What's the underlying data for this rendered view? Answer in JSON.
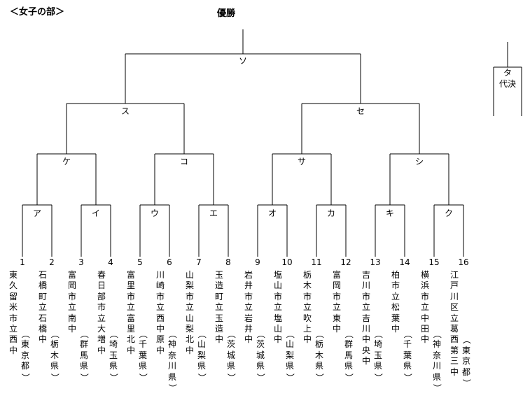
{
  "header": {
    "section": "＜女子の部＞",
    "final": "優勝"
  },
  "matches": [
    "ア",
    "イ",
    "ウ",
    "エ",
    "オ",
    "カ",
    "キ",
    "ク",
    "ケ",
    "コ",
    "サ",
    "シ",
    "ス",
    "セ",
    "ソ"
  ],
  "playoff": {
    "kana": "タ",
    "label": "代決"
  },
  "teams": [
    {
      "seed": "1",
      "school": "東久留米市立西中",
      "pref": "東京都"
    },
    {
      "seed": "2",
      "school": "石橋町立石橋中",
      "pref": "栃木県"
    },
    {
      "seed": "3",
      "school": "富岡市立南中",
      "pref": "群馬県"
    },
    {
      "seed": "4",
      "school": "春日部市立大増中",
      "pref": "埼玉県"
    },
    {
      "seed": "5",
      "school": "富里市立富里北中",
      "pref": "千葉県"
    },
    {
      "seed": "6",
      "school": "川崎市立西中原中",
      "pref": "神奈川県"
    },
    {
      "seed": "7",
      "school": "山梨市立山梨北中",
      "pref": "山梨県"
    },
    {
      "seed": "8",
      "school": "玉造町立玉造中",
      "pref": "茨城県"
    },
    {
      "seed": "9",
      "school": "岩井市立岩井中",
      "pref": "茨城県"
    },
    {
      "seed": "10",
      "school": "塩山市立塩山中",
      "pref": "山梨県"
    },
    {
      "seed": "11",
      "school": "栃木市立吹上中",
      "pref": "栃木県"
    },
    {
      "seed": "12",
      "school": "富岡市立東中",
      "pref": "群馬県"
    },
    {
      "seed": "13",
      "school": "吉川市立吉川中央中",
      "pref": "埼玉県"
    },
    {
      "seed": "14",
      "school": "柏市立松葉中",
      "pref": "千葉県"
    },
    {
      "seed": "15",
      "school": "横浜市立中田中",
      "pref": "神奈川県"
    },
    {
      "seed": "16",
      "school": "江戸川区立葛西第三中",
      "pref": "東京都"
    }
  ]
}
